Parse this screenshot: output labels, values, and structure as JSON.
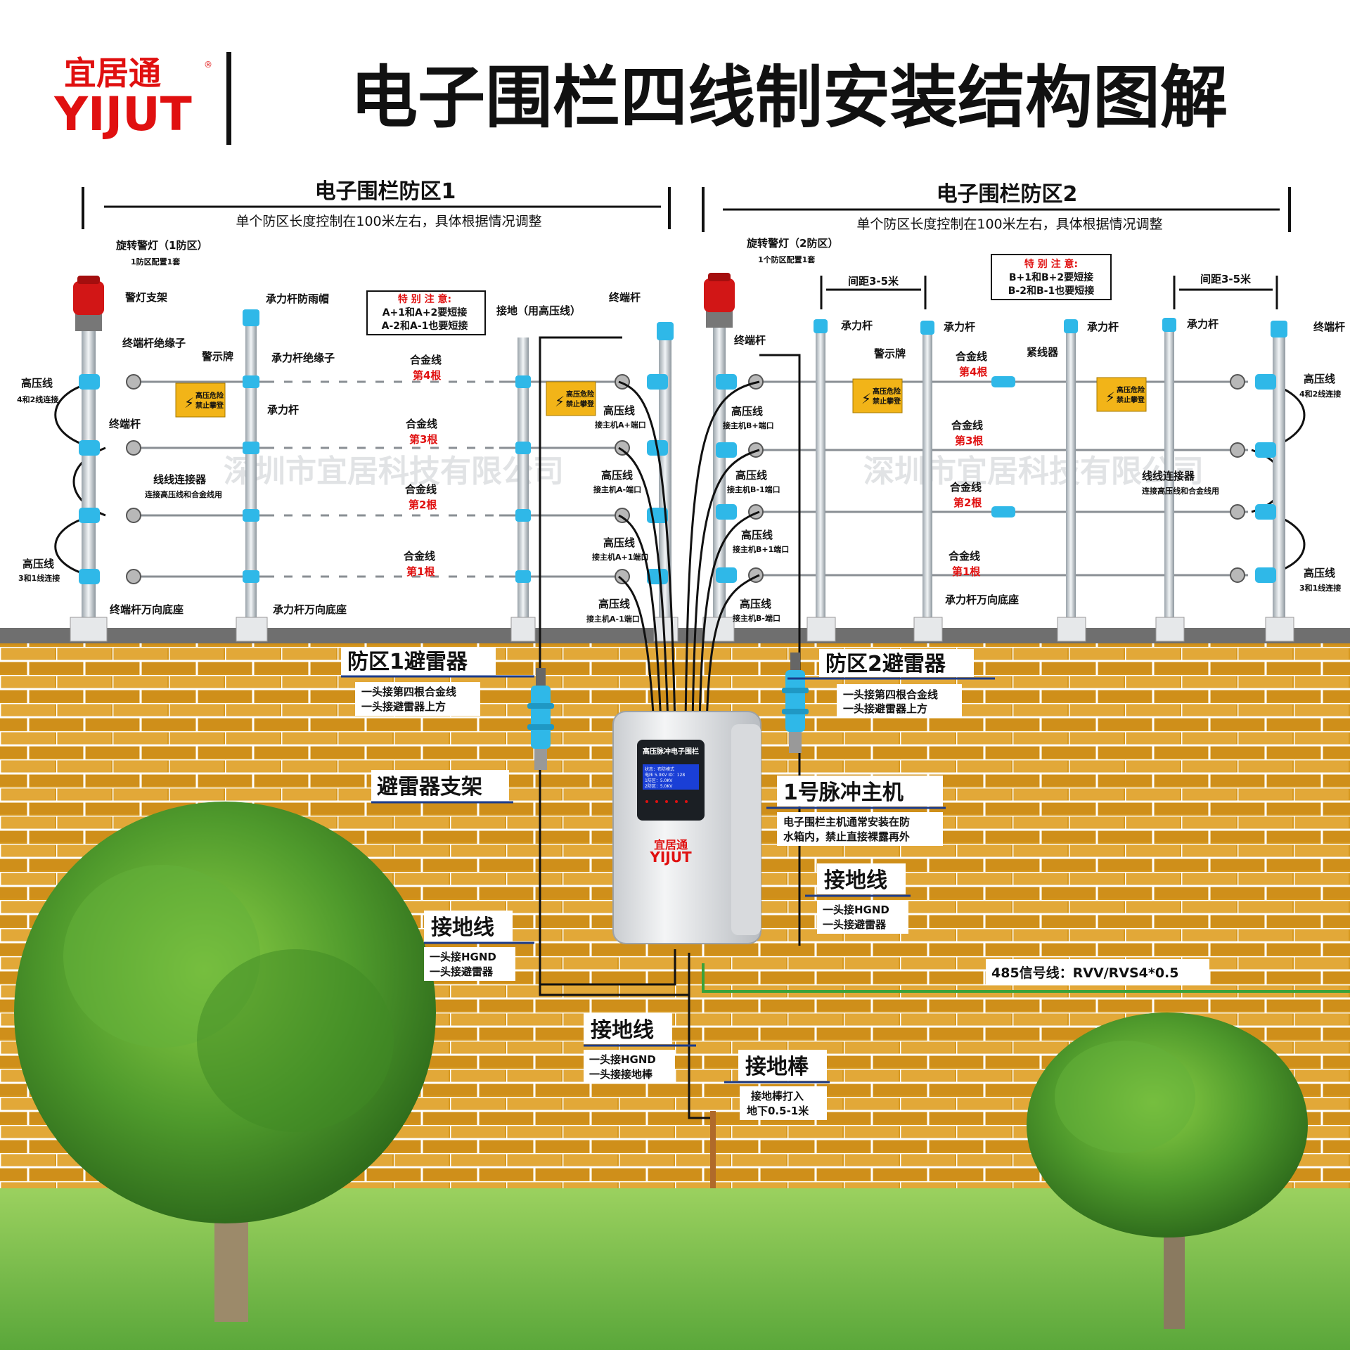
{
  "brand": {
    "cn": "宜居通",
    "en": "YIJUT",
    "reg": "®"
  },
  "title": "电子围栏四线制安装结构图解",
  "zone1": {
    "title": "电子围栏防区1",
    "note": "单个防区长度控制在100米左右，具体根据情况调整"
  },
  "zone2": {
    "title": "电子围栏防区2",
    "note": "单个防区长度控制在100米左右，具体根据情况调整"
  },
  "watermark": "深圳市宜居科技有限公司",
  "sign": {
    "line1": "高压危险",
    "line2": "禁止攀登"
  },
  "labels": {
    "alarm1": "旋转警灯（1防区）",
    "alarm1_sub": "1防区配置1套",
    "alarm2": "旋转警灯（2防区）",
    "alarm2_sub": "1个防区配置1套",
    "alarm_bracket": "警灯支架",
    "term_insulator": "终端杆绝缘子",
    "hv_42": "高压线",
    "hv_42_sub": "4和2线连接",
    "hv_31": "高压线",
    "hv_31_sub": "3和1线连接",
    "term_pole": "终端杆",
    "wire_connector": "线线连接器",
    "wire_connector_sub": "连接高压线和合金线用",
    "term_base": "终端杆万向底座",
    "sign_board": "警示牌",
    "rain_cap": "承力杆防雨帽",
    "bearing_insulator": "承力杆绝缘子",
    "bearing_pole": "承力杆",
    "bearing_base": "承力杆万向底座",
    "alloy": "合金线",
    "w4": "第4根",
    "w3": "第3根",
    "w2": "第2根",
    "w1": "第1根",
    "ground_hv": "接地（用高压线）",
    "tensioner": "紧线器",
    "spacing": "间距3-5米"
  },
  "note1": {
    "title": "特 别 注 意:",
    "l1": "A+1和A+2要短接",
    "l2": "A-2和A-1也要短接"
  },
  "note2": {
    "title": "特 别 注 意:",
    "l1": "B+1和B+2要短接",
    "l2": "B-2和B-1也要短接"
  },
  "hv_left": [
    {
      "t": "高压线",
      "s": "接主机A+端口"
    },
    {
      "t": "高压线",
      "s": "接主机A-端口"
    },
    {
      "t": "高压线",
      "s": "接主机A+1端口"
    },
    {
      "t": "高压线",
      "s": "接主机A-1端口"
    }
  ],
  "hv_right": [
    {
      "t": "高压线",
      "s": "接主机B+端口"
    },
    {
      "t": "高压线",
      "s": "接主机B-1端口"
    },
    {
      "t": "高压线",
      "s": "接主机B+1端口"
    },
    {
      "t": "高压线",
      "s": "接主机B-端口"
    }
  ],
  "arrester1": {
    "title": "防区1避雷器",
    "l1": "一头接第四根合金线",
    "l2": "一头接避雷器上方"
  },
  "arrester2": {
    "title": "防区2避雷器",
    "l1": "一头接第四根合金线",
    "l2": "一头接避雷器上方"
  },
  "arrester_bracket": "避雷器支架",
  "host": {
    "title": "1号脉冲主机",
    "l1": "电子围栏主机通常安装在防",
    "l2": "水箱内，禁止直接裸露再外"
  },
  "host_panel": {
    "name": "高压脉冲电子围栏",
    "brand_cn": "宜居通",
    "brand_en": "YIJUT",
    "lcd1": "状态：布防模式",
    "lcd2": "电压 5.0KV  ID：128",
    "lcd3": "1防区：5.0KV",
    "lcd4": "2防区：5.0KV"
  },
  "ground_right": {
    "title": "接地线",
    "l1": "一头接HGND",
    "l2": "一头接避雷器"
  },
  "ground_left": {
    "title": "接地线",
    "l1": "一头接HGND",
    "l2": "一头接避雷器"
  },
  "ground_bottom": {
    "title": "接地线",
    "l1": "一头接HGND",
    "l2": "一头接接地棒"
  },
  "ground_rod": {
    "title": "接地棒",
    "l1": "接地棒打入",
    "l2": "地下0.5-1米"
  },
  "signal": "485信号线：RVV/RVS4*0.5",
  "colors": {
    "brick": "#d6981f",
    "mortar": "#ffffff",
    "pole": "#cfd6dc",
    "insulator": "#2fb8e8",
    "accent": "#e01010",
    "grass": "#7cc24a",
    "signal_wire": "#3aa23a"
  }
}
